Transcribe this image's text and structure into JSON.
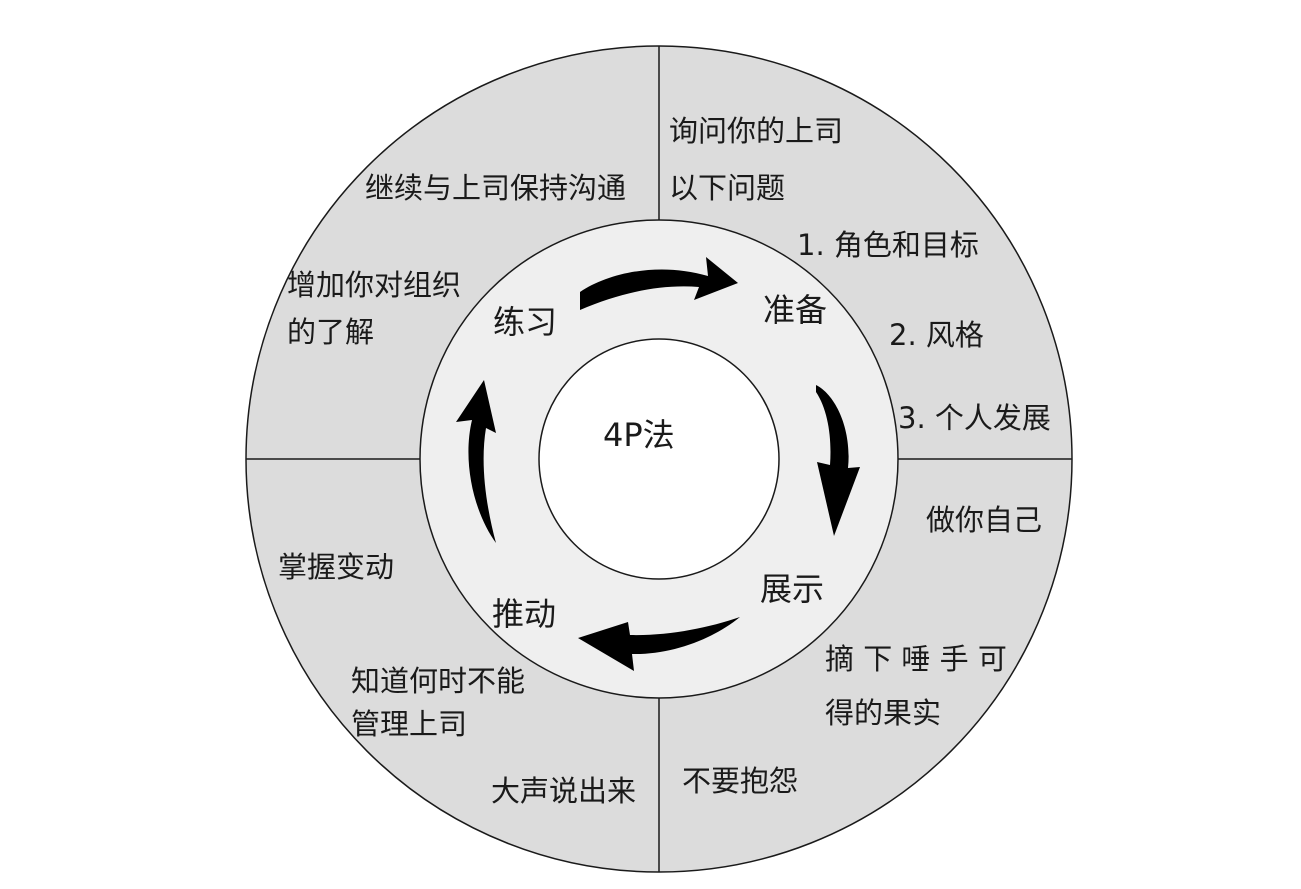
{
  "center": {
    "title": "4P法"
  },
  "stages": {
    "prepare": "准备",
    "present": "展示",
    "push": "推动",
    "practice": "练习"
  },
  "quadrants": {
    "top_right": {
      "lines": [
        "询问你的上司",
        "以下问题"
      ],
      "items": [
        "1. 角色和目标",
        "2. 风格",
        "3. 个人发展"
      ]
    },
    "bottom_right": {
      "items": [
        "做你自己",
        "摘 下 唾 手 可",
        "得的果实",
        "不要抱怨"
      ]
    },
    "bottom_left": {
      "items": [
        "掌握变动",
        "知道何时不能",
        "管理上司",
        "大声说出来"
      ]
    },
    "top_left": {
      "items": [
        "继续与上司保持沟通",
        "增加你对组织",
        "的了解"
      ]
    }
  },
  "colors": {
    "outer_ring": "#dcdcdc",
    "inner_ring": "#efefef",
    "center": "#ffffff",
    "stroke": "#1a1a1a",
    "arrow": "#000000"
  }
}
